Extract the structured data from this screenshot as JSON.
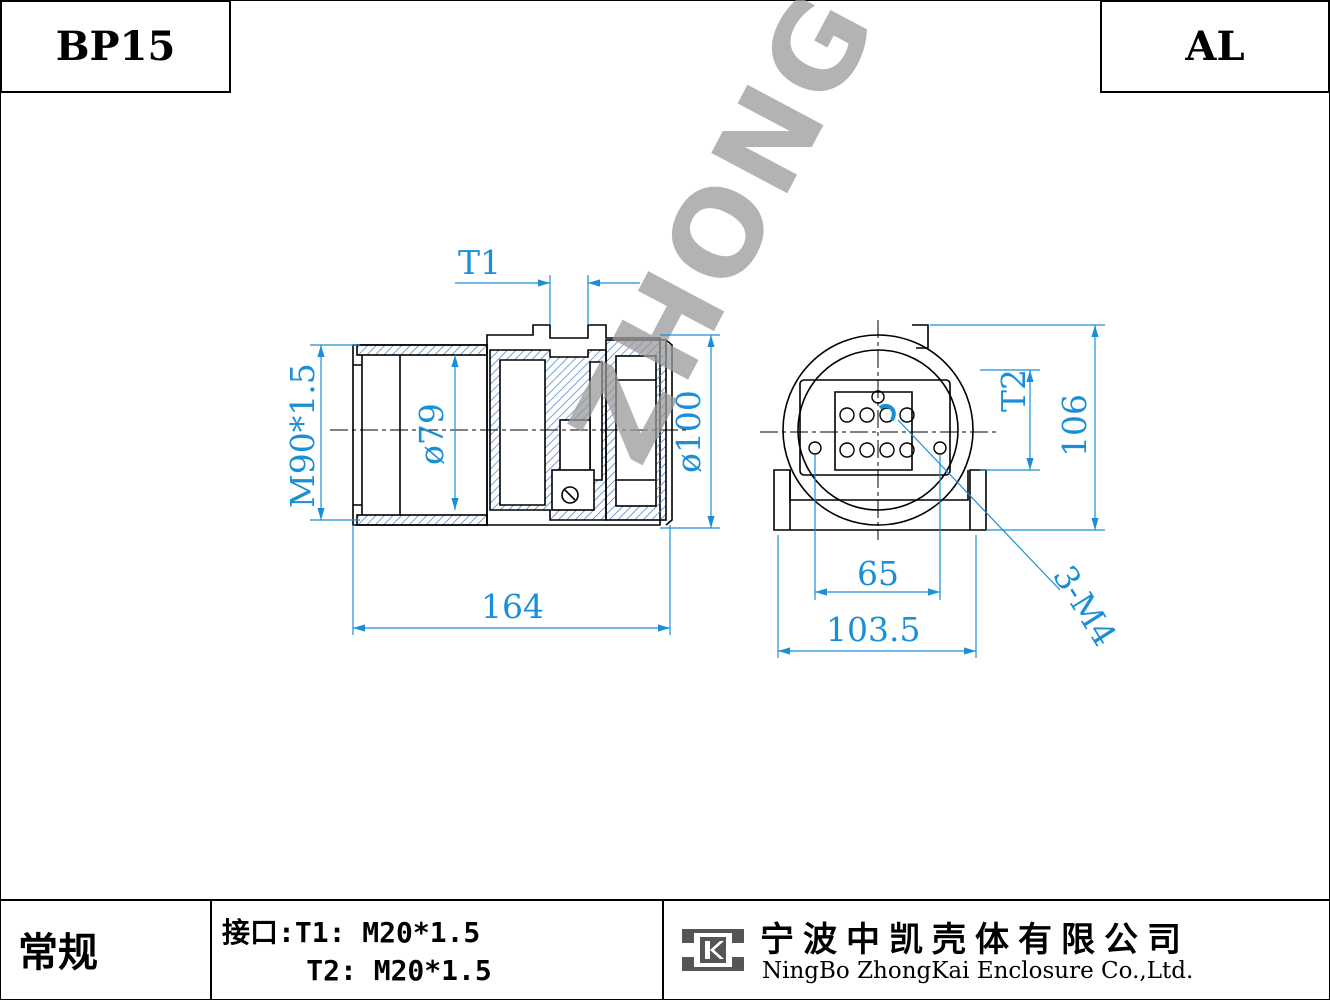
{
  "title_block": {
    "model": "BP15",
    "material": "AL"
  },
  "watermark": "ZHONG KAI",
  "dimensions": {
    "port_t1": "T1",
    "port_t2": "T2",
    "thread_main": "M90*1.5",
    "inner_diameter": "ø79",
    "outer_diameter": "ø100",
    "length": "164",
    "height": "106",
    "hole_spacing": "65",
    "base_width": "103.5",
    "mount_holes": "3-M4"
  },
  "footer": {
    "type_label": "常规",
    "interface_line1": "接口:T1: M20*1.5",
    "interface_line2": "     T2: M20*1.5",
    "company_cn": "宁波中凯壳体有限公司",
    "company_en": "NingBo ZhongKai Enclosure Co.,Ltd."
  },
  "colors": {
    "dimension": "#1a8fd6",
    "line": "#000000",
    "watermark": "#9a9a9a",
    "hatch": "#3a78c8"
  }
}
